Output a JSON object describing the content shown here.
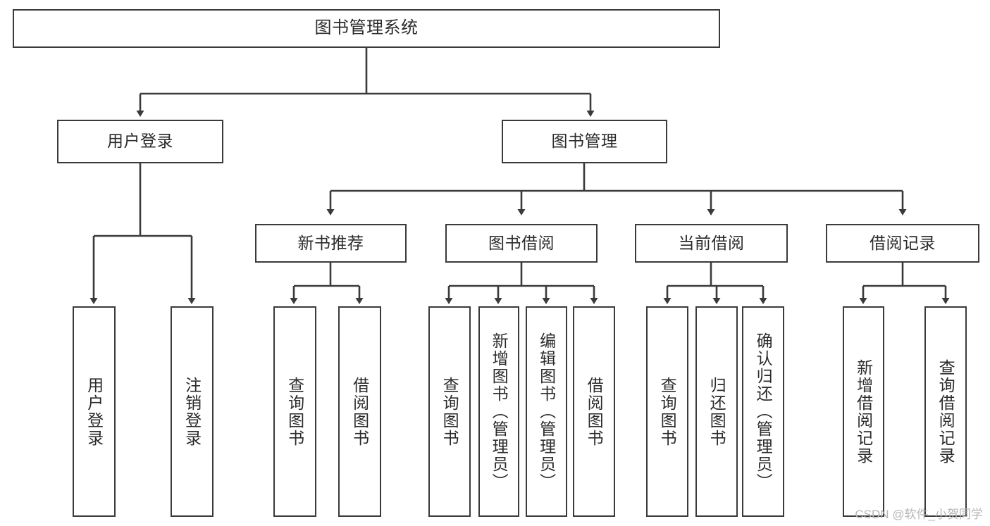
{
  "diagram": {
    "title": "图书管理系统",
    "type": "tree",
    "watermark": "CSDN @软件_小贺同学",
    "colors": {
      "box_border": "#3a3a3a",
      "box_fill": "#ffffff",
      "line": "#3a3a3a",
      "text": "#2b2b2b",
      "watermark": "#b6b6b6",
      "background": "#ffffff"
    },
    "levels": {
      "root": "图书管理系统",
      "level2": [
        "用户登录",
        "图书管理"
      ],
      "level3": [
        "新书推荐",
        "图书借阅",
        "当前借阅",
        "借阅记录"
      ]
    },
    "nodes": {
      "root": {
        "label": "图书管理系统"
      },
      "user_login": {
        "label": "用户登录"
      },
      "book_manage": {
        "label": "图书管理"
      },
      "new_book_rec": {
        "label": "新书推荐"
      },
      "book_borrow": {
        "label": "图书借阅"
      },
      "current_borrow": {
        "label": "当前借阅"
      },
      "borrow_record": {
        "label": "借阅记录"
      },
      "leaf_user_login": {
        "label": "用户登录"
      },
      "leaf_logout": {
        "label": "注销登录"
      },
      "leaf_query_book_1": {
        "label": "查询图书"
      },
      "leaf_borrow_book_1": {
        "label": "借阅图书"
      },
      "leaf_query_book_2": {
        "label": "查询图书"
      },
      "leaf_add_book": {
        "label": "新增图书（管理员）"
      },
      "leaf_edit_book": {
        "label": "编辑图书（管理员）"
      },
      "leaf_borrow_book_2": {
        "label": "借阅图书"
      },
      "leaf_query_book_3": {
        "label": "查询图书"
      },
      "leaf_return_book": {
        "label": "归还图书"
      },
      "leaf_confirm_return": {
        "label": "确认归还（管理员）"
      },
      "leaf_add_record": {
        "label": "新增借阅记录"
      },
      "leaf_query_record": {
        "label": "查询借阅记录"
      }
    },
    "edges": [
      {
        "from": "root",
        "to": "user_login"
      },
      {
        "from": "root",
        "to": "book_manage"
      },
      {
        "from": "user_login",
        "to": "leaf_user_login"
      },
      {
        "from": "user_login",
        "to": "leaf_logout"
      },
      {
        "from": "book_manage",
        "to": "new_book_rec"
      },
      {
        "from": "book_manage",
        "to": "book_borrow"
      },
      {
        "from": "book_manage",
        "to": "current_borrow"
      },
      {
        "from": "book_manage",
        "to": "borrow_record"
      },
      {
        "from": "new_book_rec",
        "to": "leaf_query_book_1"
      },
      {
        "from": "new_book_rec",
        "to": "leaf_borrow_book_1"
      },
      {
        "from": "book_borrow",
        "to": "leaf_query_book_2"
      },
      {
        "from": "book_borrow",
        "to": "leaf_add_book"
      },
      {
        "from": "book_borrow",
        "to": "leaf_edit_book"
      },
      {
        "from": "book_borrow",
        "to": "leaf_borrow_book_2"
      },
      {
        "from": "current_borrow",
        "to": "leaf_query_book_3"
      },
      {
        "from": "current_borrow",
        "to": "leaf_return_book"
      },
      {
        "from": "current_borrow",
        "to": "leaf_confirm_return"
      },
      {
        "from": "borrow_record",
        "to": "leaf_add_record"
      },
      {
        "from": "borrow_record",
        "to": "leaf_query_record"
      }
    ]
  }
}
